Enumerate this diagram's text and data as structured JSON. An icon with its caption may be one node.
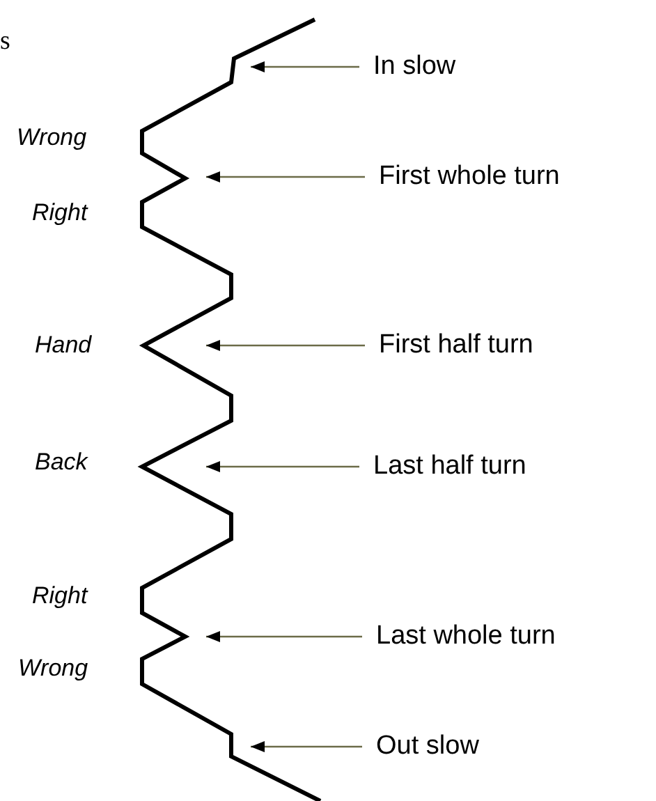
{
  "diagram": {
    "nodes": [
      {
        "text": [
          "In slow"
        ]
      },
      {
        "text": [
          "First whole turn"
        ]
      },
      {
        "text": [
          "First half turn"
        ]
      },
      {
        "text": [
          "Last half turn"
        ]
      },
      {
        "text": [
          "Last whole turn"
        ]
      },
      {
        "text": [
          "Out slow"
        ]
      }
    ],
    "edges": [
      {
        "from": 0,
        "to": null,
        "arrow": "to"
      },
      {
        "from": 1,
        "to": null,
        "arrow": "to"
      },
      {
        "from": 2,
        "to": null,
        "arrow": "to"
      },
      {
        "from": 3,
        "to": null,
        "arrow": "to"
      },
      {
        "from": 4,
        "to": null,
        "arrow": "to"
      },
      {
        "from": 5,
        "to": null,
        "arrow": "to"
      }
    ],
    "labels": [
      "s",
      "Wrong",
      "Right",
      "Hand",
      "Back",
      "Right",
      "Wrong"
    ]
  }
}
